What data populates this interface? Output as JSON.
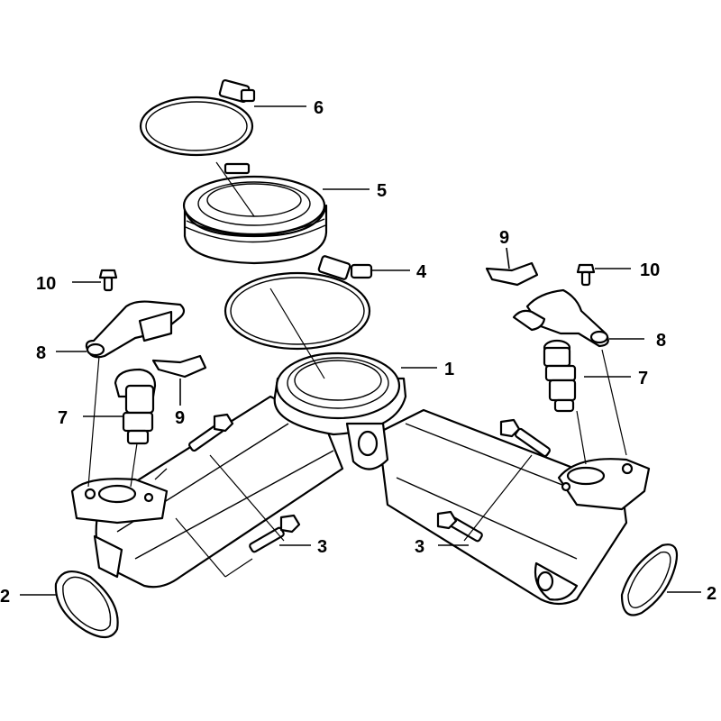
{
  "callouts": {
    "c1": "1",
    "c2_left": "2",
    "c2_right": "2",
    "c3_left": "3",
    "c3_right": "3",
    "c4": "4",
    "c5": "5",
    "c6": "6",
    "c7_left": "7",
    "c7_right": "7",
    "c8_left": "8",
    "c8_right": "8",
    "c9_left": "9",
    "c9_right": "9",
    "c10_left": "10",
    "c10_right": "10"
  },
  "colors": {
    "line": "#000000",
    "background": "#ffffff"
  }
}
